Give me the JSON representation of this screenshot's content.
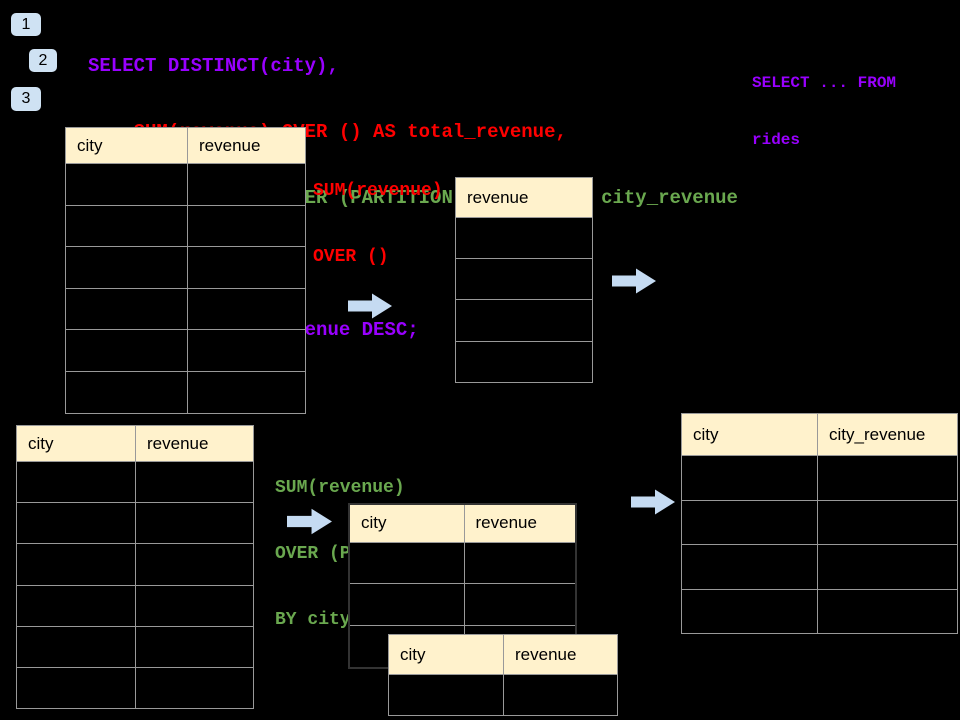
{
  "colors": {
    "background": "#000000",
    "code_purple": "#9900ff",
    "code_red": "#ff0000",
    "code_green": "#6aa84f",
    "table_header_bg": "#fff2cc",
    "table_border": "#999999",
    "arrow_fill": "#c5dbf2",
    "badge_bg": "#cfe2f3"
  },
  "icons": {
    "flow_arrow": "right-arrow"
  },
  "badges": [
    {
      "label": "1"
    },
    {
      "label": "2"
    },
    {
      "label": "3"
    }
  ],
  "code": {
    "lines": [
      {
        "text": "SELECT DISTINCT(city),",
        "color": "purple"
      },
      {
        "text": "    SUM(revenue) OVER () AS total_revenue,",
        "color": "red"
      },
      {
        "text": "    SUM(revenue) OVER (PARTITION BY city) as city_revenue",
        "color": "green"
      },
      {
        "text": "  FROM rides",
        "color": "purple"
      },
      {
        "text": "  ORDER by city_revenue DESC;",
        "color": "purple"
      }
    ]
  },
  "side_note": {
    "lines": [
      "SELECT ... FROM",
      "rides"
    ],
    "color": "purple"
  },
  "annotation_total": {
    "lines": [
      "SUM(revenue)",
      "OVER ()"
    ],
    "color": "red"
  },
  "annotation_partition": {
    "lines": [
      "SUM(revenue)",
      "OVER (PARTITION",
      "BY city)"
    ],
    "color": "green"
  },
  "tables": {
    "source_top": {
      "headers": [
        "city",
        "revenue"
      ],
      "row_count": 6
    },
    "total_revenue": {
      "headers": [
        "revenue"
      ],
      "row_count": 4
    },
    "source_bottom": {
      "headers": [
        "city",
        "revenue"
      ],
      "row_count": 6
    },
    "partition_back": {
      "headers": [
        "city",
        "revenue"
      ],
      "row_count": 3
    },
    "partition_front": {
      "headers": [
        "city",
        "revenue"
      ],
      "row_count": 1
    },
    "result": {
      "headers": [
        "city",
        "city_revenue"
      ],
      "row_count": 4
    }
  }
}
